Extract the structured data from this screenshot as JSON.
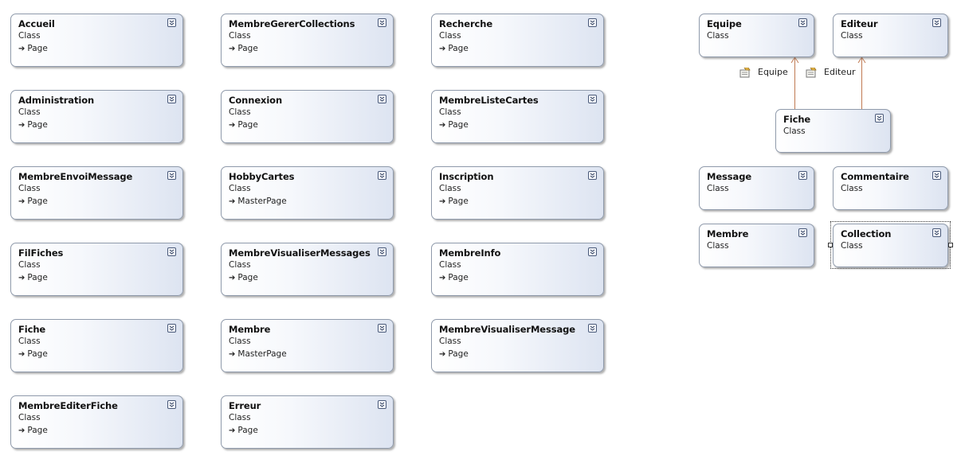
{
  "stereotype": "Class",
  "left_classes": [
    {
      "name": "Accueil",
      "base": "Page"
    },
    {
      "name": "MembreGererCollections",
      "base": "Page"
    },
    {
      "name": "Recherche",
      "base": "Page"
    },
    {
      "name": "Administration",
      "base": "Page"
    },
    {
      "name": "Connexion",
      "base": "Page"
    },
    {
      "name": "MembreListeCartes",
      "base": "Page"
    },
    {
      "name": "MembreEnvoiMessage",
      "base": "Page"
    },
    {
      "name": "HobbyCartes",
      "base": "MasterPage"
    },
    {
      "name": "Inscription",
      "base": "Page"
    },
    {
      "name": "FilFiches",
      "base": "Page"
    },
    {
      "name": "MembreVisualiserMessages",
      "base": "Page"
    },
    {
      "name": "MembreInfo",
      "base": "Page"
    },
    {
      "name": "Fiche",
      "base": "Page"
    },
    {
      "name": "Membre",
      "base": "MasterPage"
    },
    {
      "name": "MembreVisualiserMessage",
      "base": "Page"
    },
    {
      "name": "MembreEditerFiche",
      "base": "Page"
    },
    {
      "name": "Erreur",
      "base": "Page"
    }
  ],
  "right_classes": [
    {
      "name": "Equipe"
    },
    {
      "name": "Editeur"
    },
    {
      "name": "Fiche"
    },
    {
      "name": "Message"
    },
    {
      "name": "Commentaire"
    },
    {
      "name": "Membre"
    },
    {
      "name": "Collection"
    }
  ],
  "associations": [
    {
      "label": "Equipe",
      "from": "Fiche",
      "to": "Equipe"
    },
    {
      "label": "Editeur",
      "from": "Fiche",
      "to": "Editeur"
    }
  ],
  "selected": "Collection",
  "colors": {
    "border": "#8f9aab",
    "gradient_end": "#dde4f1",
    "association_line": "#c07a52"
  },
  "icons": {
    "collapse": "double-chevron-down-icon",
    "inheritance": "arrow-right-icon",
    "property": "property-icon"
  }
}
